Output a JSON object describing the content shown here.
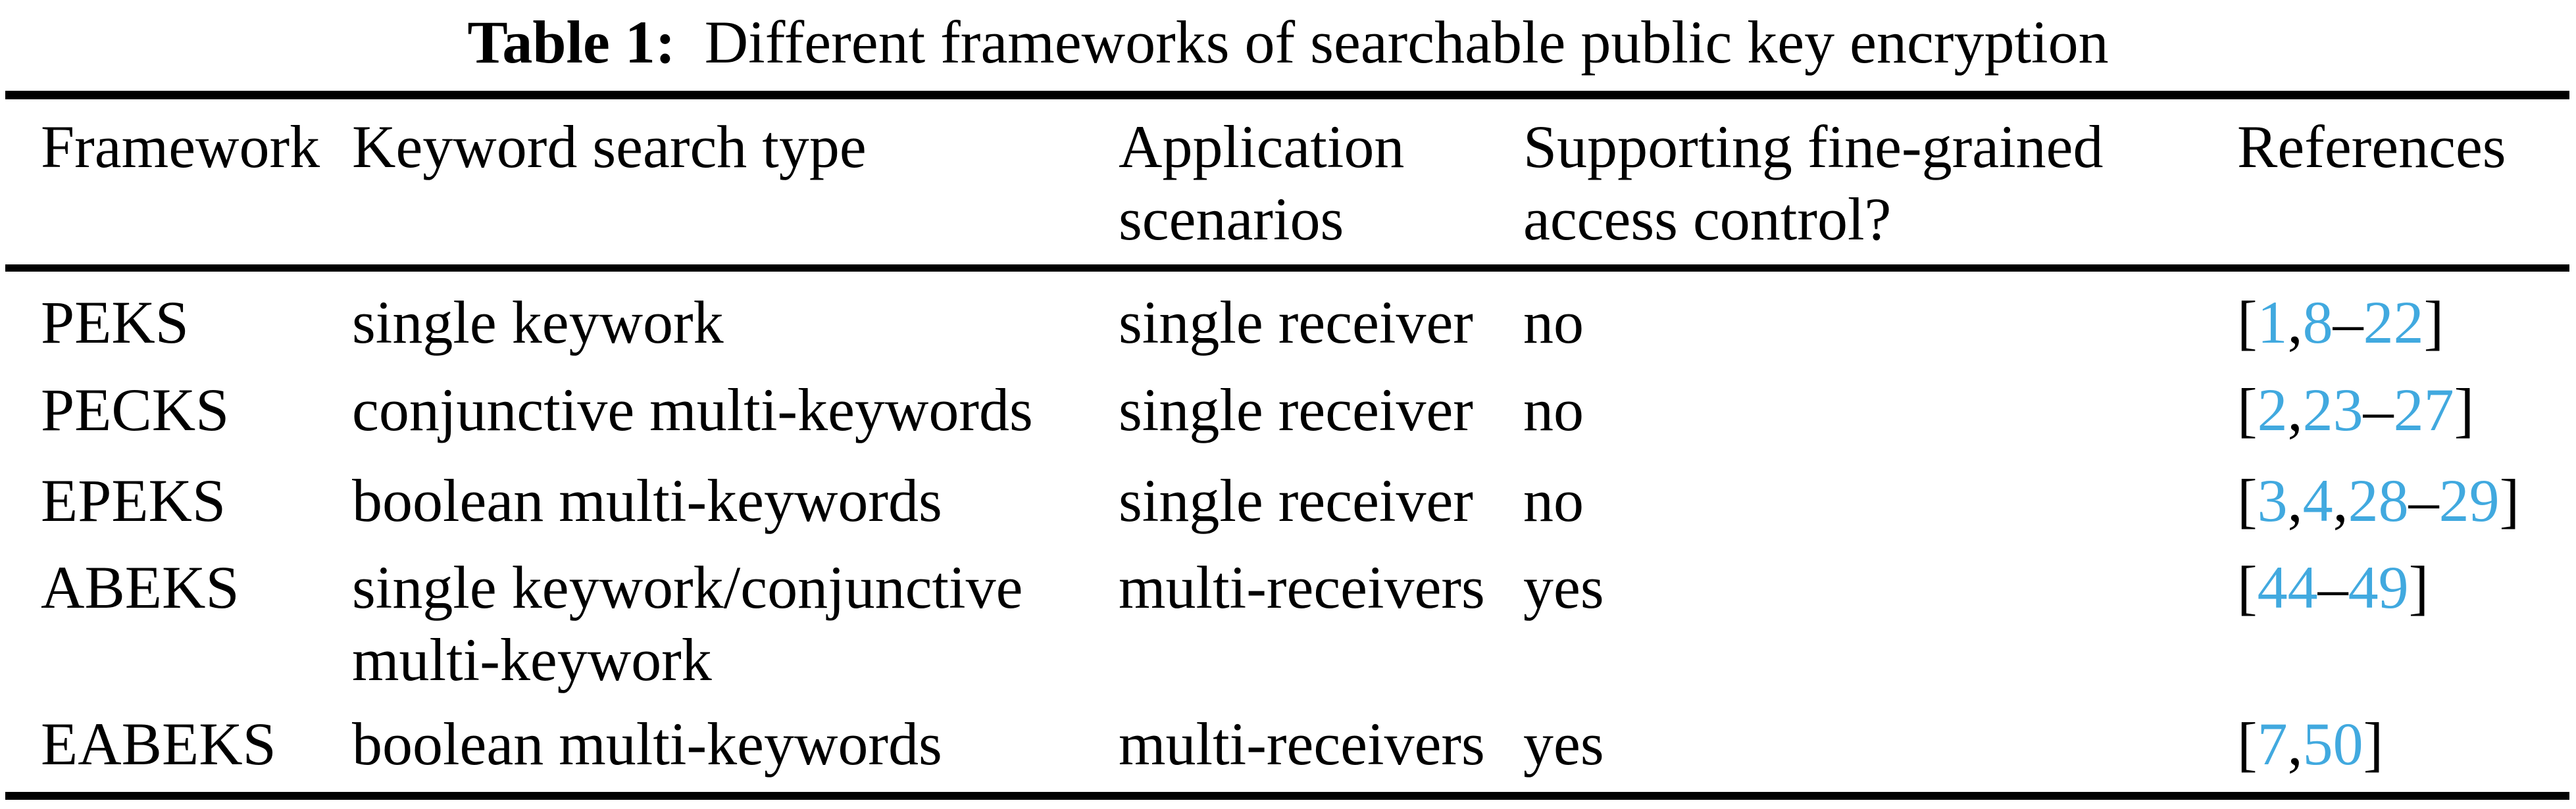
{
  "page": {
    "background": "#ffffff",
    "text_color": "#000000",
    "link_color": "#41a9df"
  },
  "title": {
    "label": "Table 1:",
    "text": "Different frameworks of searchable public key encryption"
  },
  "table": {
    "columns": [
      {
        "label": "Framework"
      },
      {
        "label": "Keyword search type"
      },
      {
        "label": "Application\nscenarios"
      },
      {
        "label": "Supporting fine-grained\naccess control?"
      },
      {
        "label": "References"
      }
    ],
    "rows": [
      {
        "framework": "PEKS",
        "search_type": "single keywork",
        "scenarios": "single receiver",
        "access": "no",
        "references": [
          {
            "text": "[",
            "blue": false
          },
          {
            "text": "1",
            "blue": true
          },
          {
            "text": ",",
            "blue": false
          },
          {
            "text": "8",
            "blue": true
          },
          {
            "text": "–",
            "blue": false
          },
          {
            "text": "22",
            "blue": true
          },
          {
            "text": "]",
            "blue": false
          }
        ]
      },
      {
        "framework": "PECKS",
        "search_type": "conjunctive multi-keywords",
        "scenarios": "single receiver",
        "access": "no",
        "references": [
          {
            "text": "[",
            "blue": false
          },
          {
            "text": "2",
            "blue": true
          },
          {
            "text": ",",
            "blue": false
          },
          {
            "text": "23",
            "blue": true
          },
          {
            "text": "–",
            "blue": false
          },
          {
            "text": "27",
            "blue": true
          },
          {
            "text": "]",
            "blue": false
          }
        ]
      },
      {
        "framework": "EPEKS",
        "search_type": "boolean multi-keywords",
        "scenarios": "single receiver",
        "access": "no",
        "references": [
          {
            "text": "[",
            "blue": false
          },
          {
            "text": "3",
            "blue": true
          },
          {
            "text": ",",
            "blue": false
          },
          {
            "text": "4",
            "blue": true
          },
          {
            "text": ",",
            "blue": false
          },
          {
            "text": "28",
            "blue": true
          },
          {
            "text": "–",
            "blue": false
          },
          {
            "text": "29",
            "blue": true
          },
          {
            "text": "]",
            "blue": false
          }
        ]
      },
      {
        "framework": "ABEKS",
        "search_type": "single keywork/conjunctive\nmulti-keywork",
        "scenarios": "multi-receivers",
        "access": "yes",
        "references": [
          {
            "text": "[",
            "blue": false
          },
          {
            "text": "44",
            "blue": true
          },
          {
            "text": "–",
            "blue": false
          },
          {
            "text": "49",
            "blue": true
          },
          {
            "text": "]",
            "blue": false
          }
        ]
      },
      {
        "framework": "EABEKS",
        "search_type": "boolean multi-keywords",
        "scenarios": "multi-receivers",
        "access": "yes",
        "references": [
          {
            "text": "[",
            "blue": false
          },
          {
            "text": "7",
            "blue": true
          },
          {
            "text": ",",
            "blue": false
          },
          {
            "text": "50",
            "blue": true
          },
          {
            "text": "]",
            "blue": false
          }
        ]
      }
    ]
  }
}
